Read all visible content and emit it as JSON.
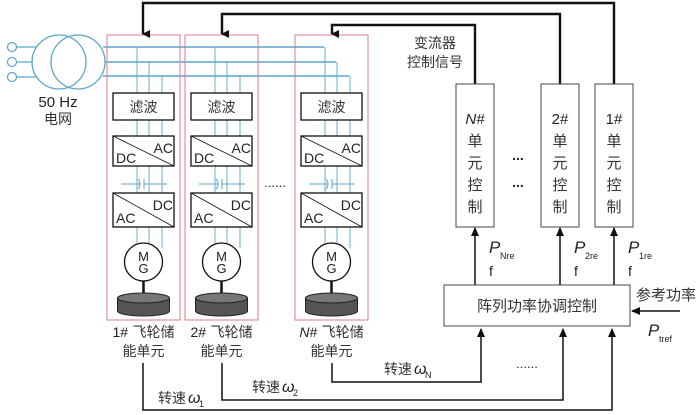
{
  "grid": {
    "frequency_label": "50 Hz",
    "grid_label": "电网"
  },
  "units": [
    {
      "id": "1",
      "filter_label": "滤波",
      "converter1": {
        "top": "AC",
        "bottom": "DC"
      },
      "converter2": {
        "top": "DC",
        "bottom": "AC"
      },
      "machine_top": "M",
      "machine_bottom": "G",
      "name_line1_prefix": "1#",
      "name_line1_text": " 飞轮储",
      "name_line2": "能单元",
      "speed_label": "转速",
      "speed_symbol": "ω",
      "speed_sub": "1"
    },
    {
      "id": "2",
      "filter_label": "滤波",
      "converter1": {
        "top": "AC",
        "bottom": "DC"
      },
      "converter2": {
        "top": "DC",
        "bottom": "AC"
      },
      "machine_top": "M",
      "machine_bottom": "G",
      "name_line1_prefix": "2#",
      "name_line1_text": " 飞轮储",
      "name_line2": "能单元",
      "speed_label": "转速",
      "speed_symbol": "ω",
      "speed_sub": "2"
    },
    {
      "id": "N",
      "filter_label": "滤波",
      "converter1": {
        "top": "AC",
        "bottom": "DC"
      },
      "converter2": {
        "top": "DC",
        "bottom": "AC"
      },
      "machine_top": "M",
      "machine_bottom": "G",
      "name_line1_prefix": "N#",
      "name_line1_text": " 飞轮储",
      "name_line2": "能单元",
      "speed_label": "转速",
      "speed_symbol": "ω",
      "speed_sub": "N"
    }
  ],
  "units_ellipsis": "......",
  "converter_signal_label": [
    "变流器",
    "控制信号"
  ],
  "unit_controls": [
    {
      "id": "N",
      "title": "N#",
      "chars": [
        "单",
        "元",
        "控",
        "制"
      ],
      "power_symbol": "P",
      "power_sub": "Nre",
      "freq": "f"
    },
    {
      "id": "2",
      "title": "2#",
      "chars": [
        "单",
        "元",
        "控",
        "制"
      ],
      "power_symbol": "P",
      "power_sub": "2re",
      "freq": "f"
    },
    {
      "id": "1",
      "title": "1#",
      "chars": [
        "单",
        "元",
        "控",
        "制"
      ],
      "power_symbol": "P",
      "power_sub": "1re",
      "freq": "f"
    }
  ],
  "controls_ellipsis": [
    "...",
    "..."
  ],
  "coordinator": {
    "label": "阵列功率协调控制",
    "ref_label": "参考功率",
    "ref_symbol": "P",
    "ref_sub": "tref"
  },
  "feedback_ellipsis": "......",
  "colors": {
    "bus": "#5aa6cc",
    "unit_frame": "#e07a8a",
    "flywheel": "#555555",
    "line": "#111111"
  }
}
